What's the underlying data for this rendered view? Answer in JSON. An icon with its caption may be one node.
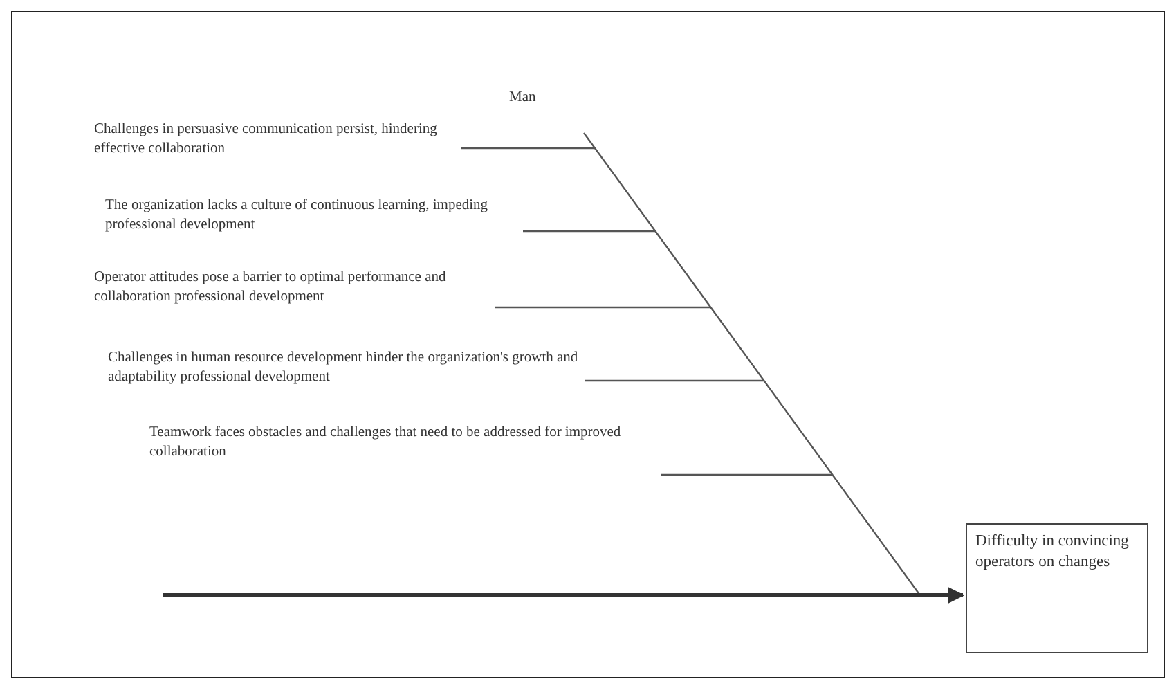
{
  "diagram": {
    "nodes": [
      {
        "text": [
          "Man"
        ]
      },
      {
        "text": [
          "Challenges in persuasive communication persist, hindering effective collaboration"
        ]
      },
      {
        "text": [
          "The organization lacks a culture of continuous learning, impeding professional development"
        ]
      },
      {
        "text": [
          "Operator attitudes pose a barrier to optimal performance and collaboration professional development"
        ]
      },
      {
        "text": [
          "Challenges in human resource development hinder the organization's growth and adaptability professional development"
        ]
      },
      {
        "text": [
          "Teamwork faces obstacles and challenges that need to be addressed for improved collaboration"
        ]
      },
      {
        "text": [
          "Difficulty in convincing operators on changes"
        ]
      }
    ],
    "edges": [
      {
        "from": 0,
        "to": null,
        "arrow": "none"
      },
      {
        "from": 1,
        "to": null,
        "arrow": "none"
      },
      {
        "from": 2,
        "to": null,
        "arrow": "none"
      },
      {
        "from": 3,
        "to": null,
        "arrow": "none"
      },
      {
        "from": 4,
        "to": null,
        "arrow": "none"
      },
      {
        "from": 5,
        "to": null,
        "arrow": "none"
      },
      {
        "from": null,
        "to": 6,
        "arrow": "to",
        "style": "thick"
      }
    ]
  }
}
